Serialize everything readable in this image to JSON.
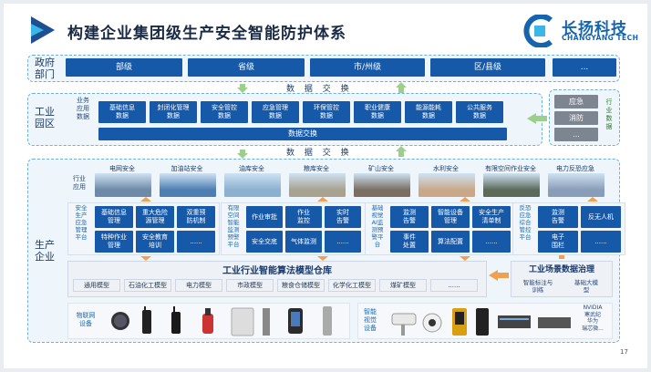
{
  "title": "构建企业集团级生产安全智能防护体系",
  "logo": {
    "cn": "长扬科技",
    "en": "CHANGYANG TECH"
  },
  "gov": {
    "label": "政府\n部门",
    "items": [
      "部级",
      "省级",
      "市/州级",
      "区/县级",
      "..."
    ]
  },
  "exchange": "数 据 交 换",
  "park": {
    "label": "工业\n园区",
    "sub": "业务\n应用\n数据",
    "items": [
      "基础信息\n数据",
      "封闭化管理\n数据",
      "安全管控\n数据",
      "应急管理\n数据",
      "环保管控\n数据",
      "职业健康\n数据",
      "能源能耗\n数据",
      "公共服务\n数据"
    ],
    "bar": "数据交换"
  },
  "industry": {
    "items": [
      "应急",
      "消防",
      "..."
    ],
    "label": "行\n业\n数\n据"
  },
  "ent": {
    "label": "生产\n企业",
    "app_label": "行业\n应用",
    "apps": [
      "电网安全",
      "加油站安全",
      "油库安全",
      "粮库安全",
      "矿山安全",
      "水利安全",
      "有限空间作业安全",
      "电力反恐应急"
    ],
    "g1": {
      "side": "安全\n生产\n应急\n管理\n平台",
      "cells": [
        "基础信息\n管理",
        "重大危险\n源管理",
        "双重预\n防机制",
        "特种作业\n管理",
        "安全教育\n培训",
        "......"
      ]
    },
    "g2": {
      "side": "有限\n空间\n智能\n监测\n预警\n平台",
      "cells": [
        "作业审批",
        "作业\n监控",
        "实时\n告警",
        "安全交底",
        "气体监测",
        "......"
      ]
    },
    "g3": {
      "side": "基础\n视觉\nAI监\n测预\n警平\n台",
      "cells": [
        "监测\n告警",
        "智能设备\n管理",
        "安全生产\n清单制",
        "事件\n处置",
        "算法配置",
        "......"
      ]
    },
    "g4": {
      "side": "反恐\n应急\n综合\n管控\n平台",
      "cells": [
        "监测\n告警",
        "反无人机",
        "电子\n围栏",
        "......"
      ]
    },
    "algo_title": "工业行业智能算法模型仓库",
    "models": [
      "通用模型",
      "石油化工模型",
      "电力模型",
      "市政模型",
      "粮食仓储模型",
      "化学化工模型",
      "煤矿模型",
      "......"
    ],
    "gov_title": "工业场景数据治理",
    "gov_items": [
      "智能标注与\n训练",
      "基础大模\n型"
    ],
    "iot_label": "物联网\n设备",
    "vis_label": "智能\n视觉\n设备",
    "nvidia": "NVIDIA\n寒武纪\n华为\n瑞芯微..."
  },
  "page": "17"
}
